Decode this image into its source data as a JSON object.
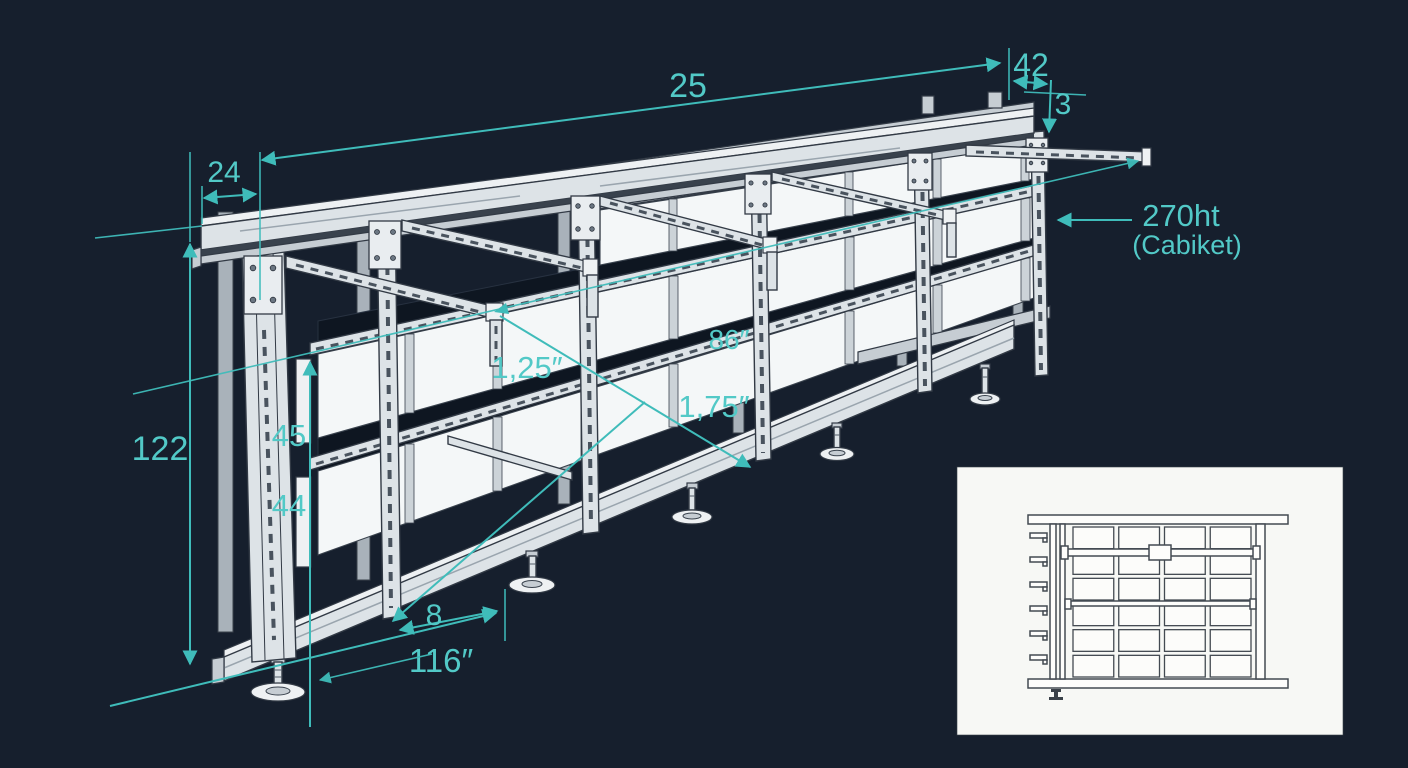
{
  "colors": {
    "background": "#161f2d",
    "accent_teal": "#3fbcba",
    "accent_text": "#52c9c7",
    "steel_light": "#dde3e7",
    "panel_white": "#f4f7f8",
    "shadow_band": "#0e1621",
    "inset_background": "#f7f8f5"
  },
  "dims": {
    "d25": "25",
    "d24": "24",
    "d42": "42",
    "d3": "3",
    "d122": "122",
    "d45": "45",
    "d44": "44",
    "d125": "1,25″",
    "d86": "86″",
    "d175": "1,75″",
    "d8": "8",
    "d116": "116″",
    "height": "270ht",
    "height_sub": "(Cabiket)"
  },
  "inset": {
    "grid_cols": 4,
    "grid_rows": 6
  }
}
